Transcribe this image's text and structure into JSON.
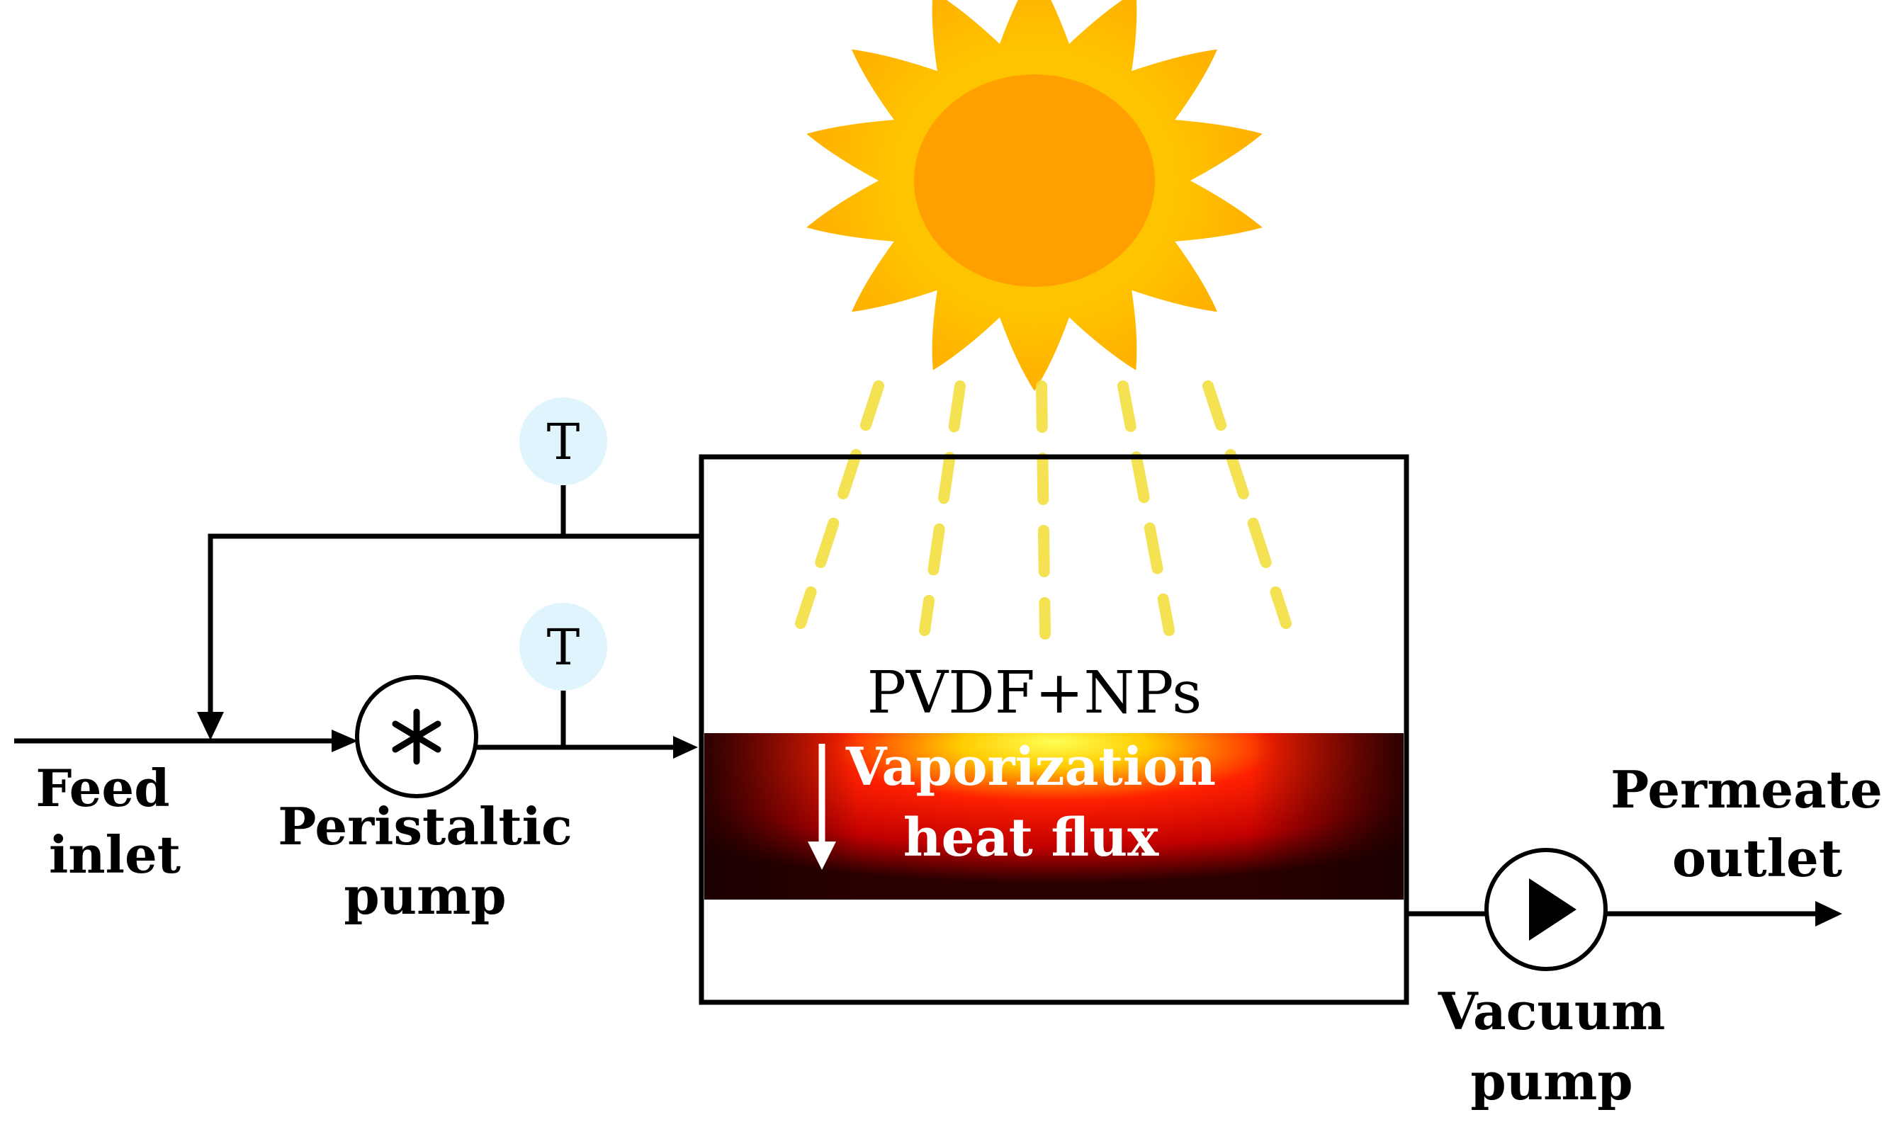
{
  "labels": {
    "feed": [
      "Feed",
      "inlet"
    ],
    "peristaltic": [
      "Peristaltic",
      "pump"
    ],
    "vacuum": [
      "Vacuum",
      "pump"
    ],
    "permeate": [
      "Permeate",
      "outlet"
    ],
    "membrane": "PVDF+NPs",
    "vaporization": [
      "Vaporization",
      "heat flux"
    ],
    "sensor_top": "T",
    "sensor_bottom": "T"
  },
  "colors": {
    "sun_outer": "#ffc400",
    "sun_inner": "#ff9f00",
    "ray": "#f3df40",
    "sensor_fill": "#dff4fd",
    "heat_core": "#ffff40",
    "heat_mid": "#ff1a00",
    "heat_edge": "#2a0000",
    "line": "#000000"
  },
  "icons": {
    "peristaltic": "asterisk-pump-icon",
    "vacuum": "play-triangle-pump-icon",
    "sun": "sun-icon"
  }
}
